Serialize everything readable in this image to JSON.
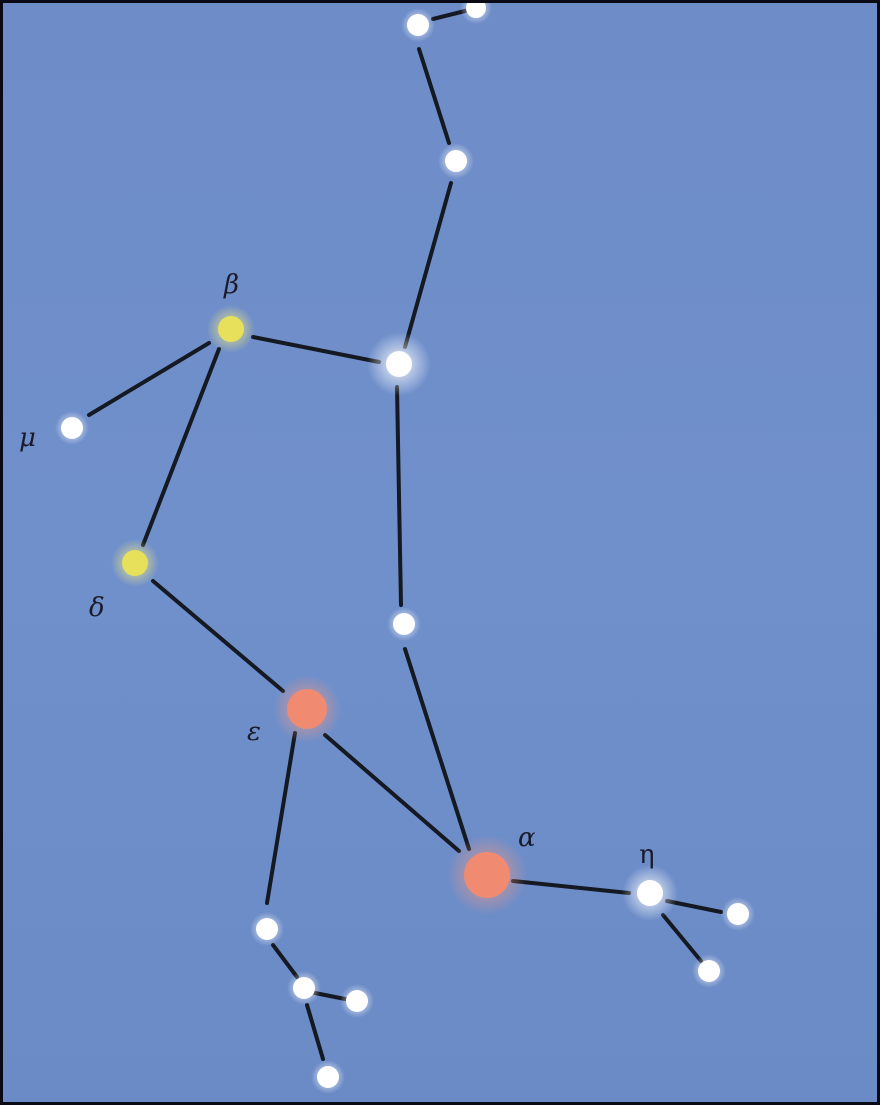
{
  "colors": {
    "sky": "#6f8fcb",
    "line": "#141922",
    "star_white": "#ffffff",
    "star_yellow": "#e6e05a",
    "star_orange": "#f08b72",
    "label": "#1a1a2a"
  },
  "stars": [
    {
      "id": "top-right",
      "color": "white",
      "label": ""
    },
    {
      "id": "top-left",
      "color": "white",
      "label": ""
    },
    {
      "id": "upper-neck",
      "color": "white",
      "label": ""
    },
    {
      "id": "shoulder",
      "color": "white",
      "label": ""
    },
    {
      "id": "beta",
      "color": "yellow",
      "label": "β"
    },
    {
      "id": "mu",
      "color": "white",
      "label": "μ"
    },
    {
      "id": "delta",
      "color": "yellow",
      "label": "δ"
    },
    {
      "id": "mid-right",
      "color": "white",
      "label": ""
    },
    {
      "id": "epsilon",
      "color": "orange",
      "label": "ε"
    },
    {
      "id": "alpha",
      "color": "orange",
      "label": "α"
    },
    {
      "id": "eta",
      "color": "white",
      "label": "η"
    },
    {
      "id": "eta-branch-upper",
      "color": "white",
      "label": ""
    },
    {
      "id": "eta-branch-lower",
      "color": "white",
      "label": ""
    },
    {
      "id": "leg-upper",
      "color": "white",
      "label": ""
    },
    {
      "id": "leg-mid",
      "color": "white",
      "label": ""
    },
    {
      "id": "leg-side",
      "color": "white",
      "label": ""
    },
    {
      "id": "leg-bottom",
      "color": "white",
      "label": ""
    }
  ],
  "labels": {
    "beta": "β",
    "mu": "μ",
    "delta": "δ",
    "epsilon": "ε",
    "alpha": "α",
    "eta": "η"
  }
}
